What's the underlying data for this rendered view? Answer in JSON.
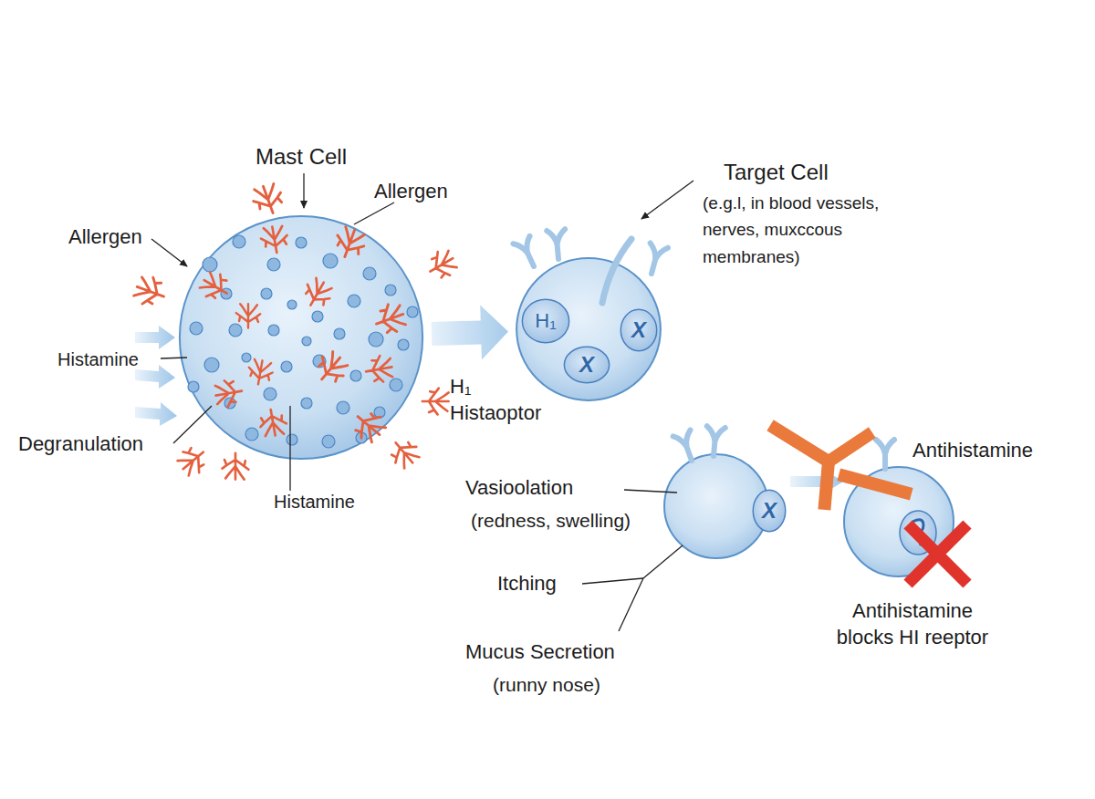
{
  "diagram": {
    "nodes": [
      {
        "text": [
          "Mast Cell"
        ]
      },
      {
        "text": [
          "Target Cell",
          "(e.g.l, in blood vessels, nerves, muxccous membranes)"
        ]
      },
      {
        "text": [
          "H₁"
        ],
        "in": 1
      },
      {
        "text": [
          "X"
        ],
        "in": 1
      },
      {
        "text": [
          "X"
        ],
        "in": 1
      },
      {
        "text": [
          "X"
        ]
      }
    ],
    "edges": [
      {
        "from": 0,
        "to": 1,
        "arrow": "to"
      }
    ],
    "labels": [
      "Allergen",
      "Allergen",
      "Histamine",
      "Degranulation",
      "Histamine",
      "H₁ Histaoptor",
      "Antihistamine",
      "Vasioolation",
      "(redness, swelling)",
      "Itching",
      "Antihistamine blocks HI reeptor",
      "Mucus Secretion",
      "(runny nose)"
    ]
  }
}
